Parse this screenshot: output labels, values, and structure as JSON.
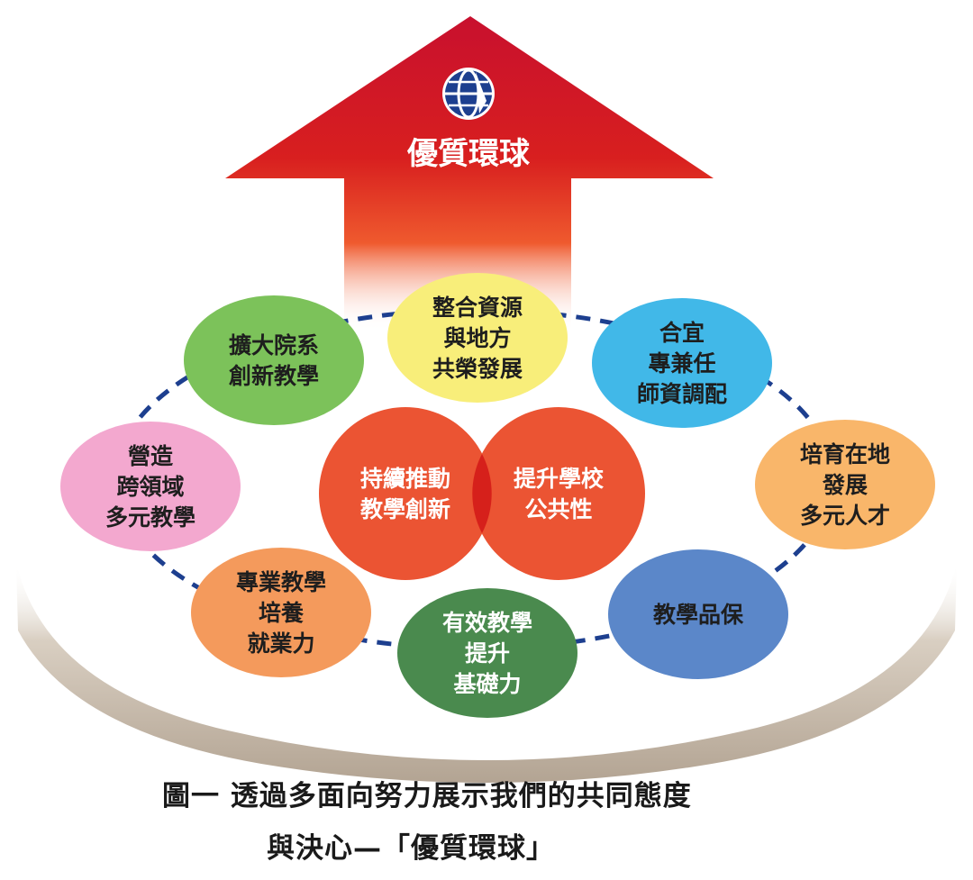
{
  "arrow": {
    "title": "優質環球",
    "color": "#c8102e"
  },
  "core": [
    {
      "id": "core-left",
      "lines": [
        "持續推動",
        "教學創新"
      ],
      "color": "#ea4e2c"
    },
    {
      "id": "core-right",
      "lines": [
        "提升學校",
        "公共性"
      ],
      "color": "#ea4e2c"
    }
  ],
  "ring": [
    {
      "id": "top-center",
      "lines": [
        "整合資源",
        "與地方",
        "共榮發展"
      ],
      "color": "#f8ee7a"
    },
    {
      "id": "top-right",
      "lines": [
        "合宜",
        "專兼任",
        "師資調配"
      ],
      "color": "#41b8e8"
    },
    {
      "id": "right",
      "lines": [
        "培育在地",
        "發展",
        "多元人才"
      ],
      "color": "#f9b66a"
    },
    {
      "id": "bottom-right",
      "lines": [
        "教學品保"
      ],
      "color": "#5b87c9"
    },
    {
      "id": "bottom",
      "lines": [
        "有效教學",
        "提升",
        "基礎力"
      ],
      "color": "#4a8a4e"
    },
    {
      "id": "bottom-left",
      "lines": [
        "專業教學",
        "培養",
        "就業力"
      ],
      "color": "#f49a5c"
    },
    {
      "id": "left",
      "lines": [
        "營造",
        "跨領域",
        "多元教學"
      ],
      "color": "#f3a8cf"
    },
    {
      "id": "top-left",
      "lines": [
        "擴大院系",
        "創新教學"
      ],
      "color": "#7cc25a"
    }
  ],
  "caption": {
    "line1": "圖一  透過多面向努力展示我們的共同態度",
    "line2": "與決心—「優質環球」"
  }
}
